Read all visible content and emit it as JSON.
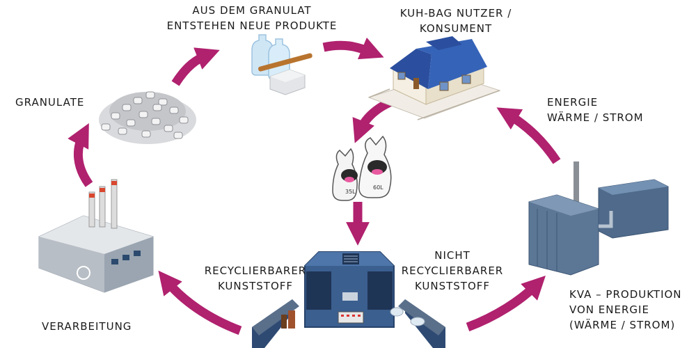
{
  "labels": {
    "new_products": [
      "AUS DEM GRANULAT",
      "ENTSTEHEN NEUE PRODUKTE"
    ],
    "consumer": [
      "KUH-BAG NUTZER /",
      "KONSUMENT"
    ],
    "granulate": "GRANULATE",
    "energy": [
      "ENERGIE",
      "WÄRME / STROM"
    ],
    "recyclable": [
      "RECYCLIERBARER",
      "KUNSTSTOFF"
    ],
    "non_recyclable": [
      "NICHT",
      "RECYCLIERBARER",
      "KUNSTSTOFF"
    ],
    "processing": "VERARBEITUNG",
    "kva": [
      "KVA – PRODUKTION",
      "VON ENERGIE",
      "(WÄRME / STROM)"
    ],
    "bag_sizes": [
      "35L",
      "60L"
    ]
  },
  "colors": {
    "arrow": "#b0216e",
    "machine": "#3b5f8f",
    "roof": "#2f56a8",
    "factory": "#8c9aa7",
    "kva": "#5c7796"
  }
}
